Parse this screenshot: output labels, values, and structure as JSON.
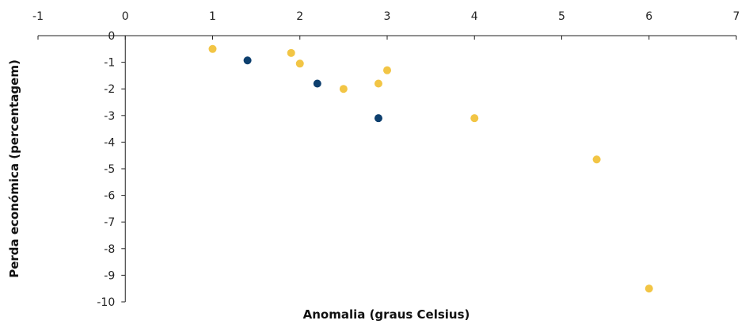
{
  "chart_data": {
    "type": "scatter",
    "title": "",
    "xlabel": "Anomalia (graus Celsius)",
    "ylabel": "Perda económica (percentagem)",
    "xlim": [
      -1,
      7
    ],
    "ylim": [
      -10,
      0
    ],
    "x_ticks": [
      -1,
      0,
      1,
      2,
      3,
      4,
      5,
      6,
      7
    ],
    "y_ticks": [
      0,
      -1,
      -2,
      -3,
      -4,
      -5,
      -6,
      -7,
      -8,
      -9,
      -10
    ],
    "x_tick_labels": [
      "-1",
      "0",
      "1",
      "2",
      "3",
      "4",
      "5",
      "6",
      "7"
    ],
    "y_tick_labels": [
      "0",
      "-1",
      "-2",
      "-3",
      "-4",
      "-5",
      "-6",
      "-7",
      "-8",
      "-9",
      "-10"
    ],
    "x_axis_position": "top",
    "grid": false,
    "legend": "none",
    "series": [
      {
        "color": "#f2c545",
        "points": [
          {
            "x": 1.0,
            "y": -0.5
          },
          {
            "x": 1.9,
            "y": -0.65
          },
          {
            "x": 2.0,
            "y": -1.05
          },
          {
            "x": 2.5,
            "y": -2.0
          },
          {
            "x": 2.9,
            "y": -1.8
          },
          {
            "x": 3.0,
            "y": -1.3
          },
          {
            "x": 4.0,
            "y": -3.1
          },
          {
            "x": 5.4,
            "y": -4.65
          },
          {
            "x": 6.0,
            "y": -9.5
          }
        ]
      },
      {
        "color": "#0d3f6e",
        "points": [
          {
            "x": 1.4,
            "y": -0.93
          },
          {
            "x": 2.2,
            "y": -1.8
          },
          {
            "x": 2.9,
            "y": -3.1
          }
        ]
      }
    ]
  }
}
